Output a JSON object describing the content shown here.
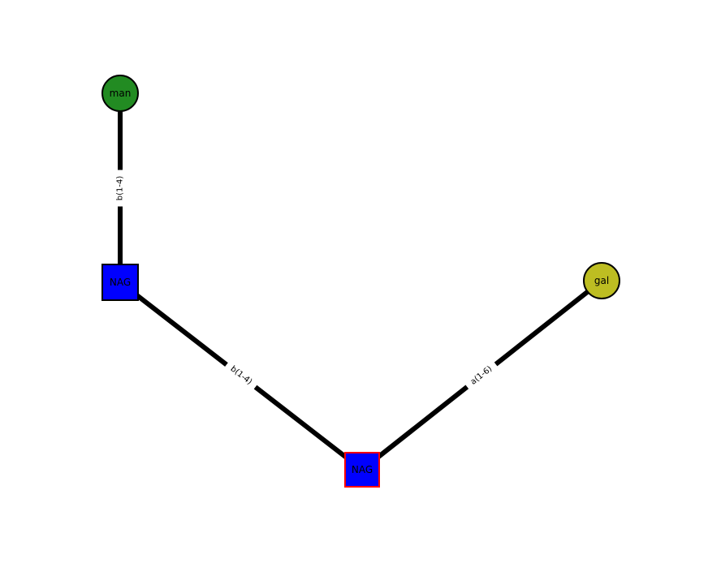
{
  "figure": {
    "type": "node-link-glycan-graph",
    "background": "#ffffff"
  },
  "edge_style": {
    "color": "#000000",
    "width": 6
  },
  "label_style": {
    "color": "#000000"
  },
  "nodes": {
    "man": {
      "label": "man",
      "shape": "circle",
      "fill": "#228b22",
      "border": "#000000"
    },
    "nag1": {
      "label": "NAG",
      "shape": "square",
      "fill": "#0000ff",
      "border": "#000000"
    },
    "nag2": {
      "label": "NAG",
      "shape": "square",
      "fill": "#0000ff",
      "border": "#ff0000"
    },
    "gal": {
      "label": "gal",
      "shape": "circle",
      "fill": "#bdbd22",
      "border": "#000000"
    }
  },
  "edges": {
    "man_nag1": {
      "from": "man",
      "to": "nag1",
      "label": "b(1-4)"
    },
    "nag1_nag2": {
      "from": "nag1",
      "to": "nag2",
      "label": "b(1-4)"
    },
    "nag2_gal": {
      "from": "nag2",
      "to": "gal",
      "label": "a(1-6)"
    }
  }
}
